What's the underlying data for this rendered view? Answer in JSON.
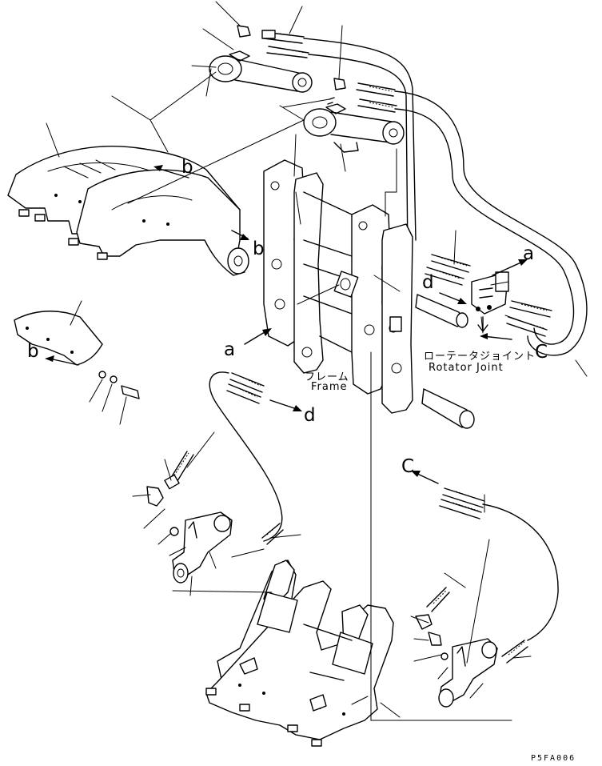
{
  "callouts": {
    "a_lower": "a",
    "a_upper": "a",
    "b_upper": "b",
    "b_mid": "b",
    "b_left": "b",
    "c_right": "C",
    "c_lower": "C",
    "d_center": "d",
    "d_lower": "d"
  },
  "labels": {
    "frame_jp": "フレーム",
    "frame_en": "Frame",
    "rotator_jp": "ローテータジョイント",
    "rotator_en": "Rotator Joint"
  },
  "footer": {
    "drawing_code": "P5FA006"
  }
}
